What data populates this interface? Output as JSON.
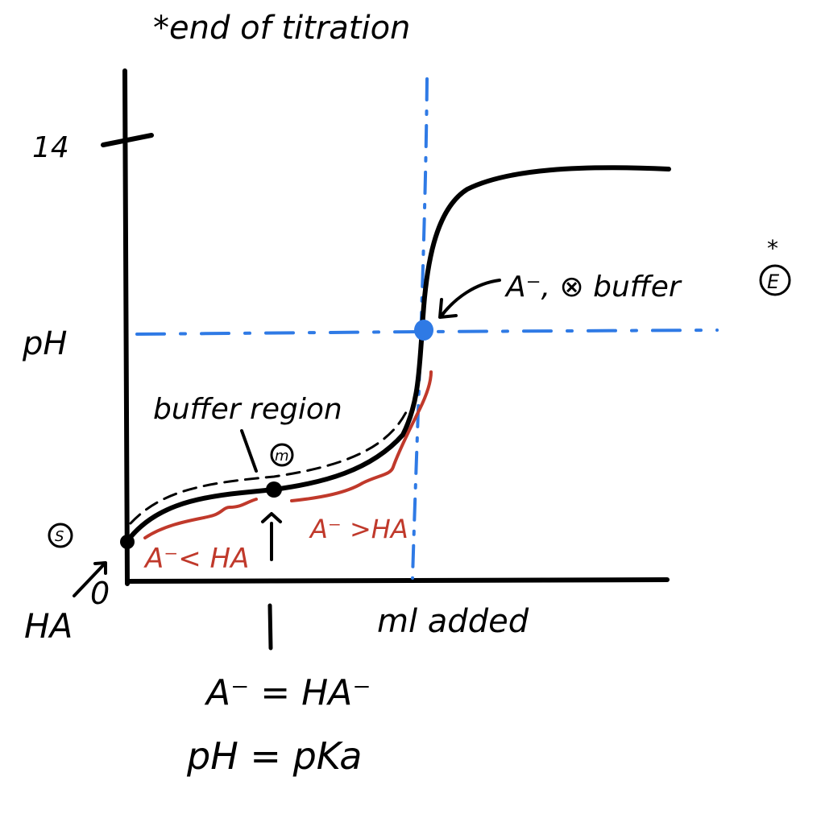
{
  "title": "*end of titration",
  "axes": {
    "y_label": "pH",
    "y_tick": "14",
    "x_label": "ml added",
    "origin": "0",
    "origin_species": "HA"
  },
  "annotations": {
    "buffer_region": "buffer region",
    "m_point": "m",
    "s_point": "S",
    "e_point": "E",
    "e_star": "*",
    "less_than": "A⁻< HA",
    "greater_than": "A⁻ >HA",
    "end_note": "A⁻, ⊗ buffer",
    "equal": "A⁻ = HA⁻",
    "pka": "pH = pKa"
  },
  "colors": {
    "ink": "#000000",
    "blue": "#2f7ae5",
    "red": "#c0392b"
  }
}
